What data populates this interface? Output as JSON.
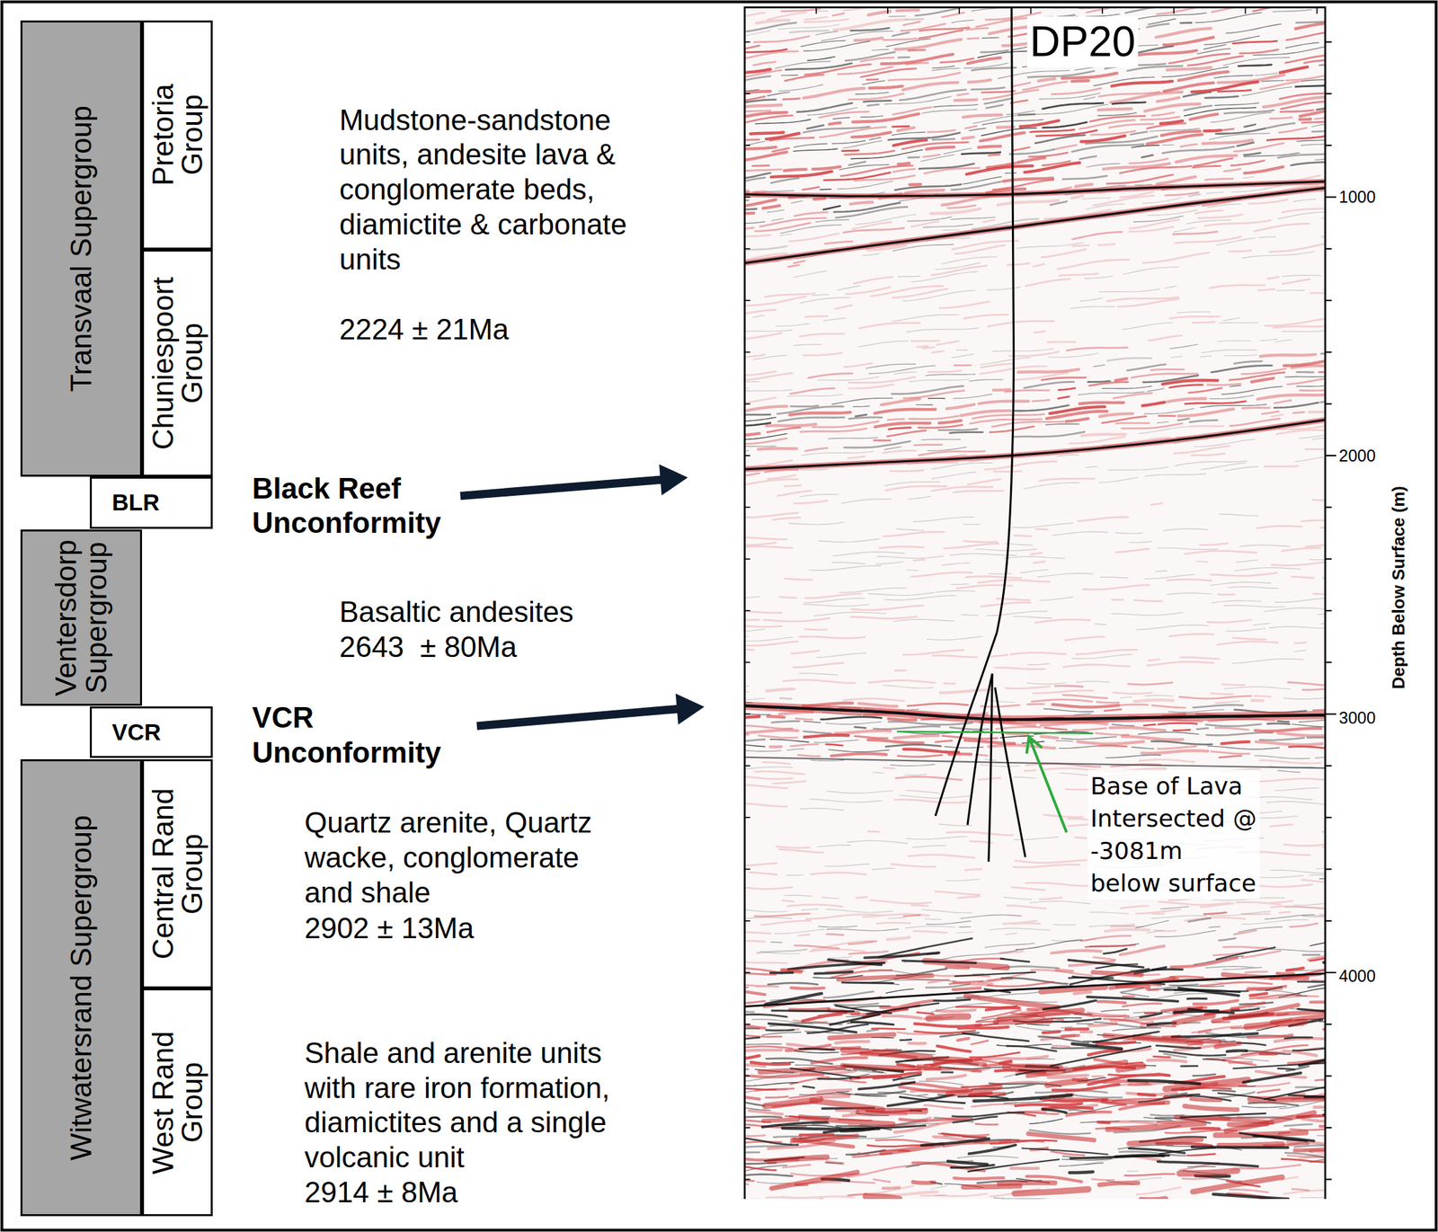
{
  "diagram": {
    "nodes": [
      {
        "text": [
          "Transvaal Supergroup"
        ]
      },
      {
        "text": [
          "Pretoria Group"
        ]
      },
      {
        "text": [
          "Chuniespoort Group"
        ]
      },
      {
        "text": [
          "BLR"
        ]
      },
      {
        "text": [
          "Ventersdorp Supergroup"
        ]
      },
      {
        "text": [
          "VCR"
        ]
      },
      {
        "text": [
          "Witwatersrand Supergroup"
        ]
      },
      {
        "text": [
          "Central Rand Group"
        ]
      },
      {
        "text": [
          "West Rand Group"
        ]
      }
    ],
    "labels": [
      "Mudstone-sandstone units, andesite lava & conglomerate beds, diamictite & carbonate units",
      "2224 ± 21Ma",
      "Black Reef Unconformity",
      "Basaltic andesites",
      "2643  ± 80Ma",
      "VCR Unconformity",
      "Quartz arenite, Quartz wacke, conglomerate and shale",
      "2902 ± 13Ma",
      "Shale and arenite units with rare iron formation, diamictites and a single volcanic unit",
      "2914 ± 8Ma",
      "DP20",
      "1000",
      "2000",
      "3000",
      "4000",
      "Depth Below Surface (m)",
      "Base of Lava Intersected @ -3081m below surface"
    ]
  }
}
